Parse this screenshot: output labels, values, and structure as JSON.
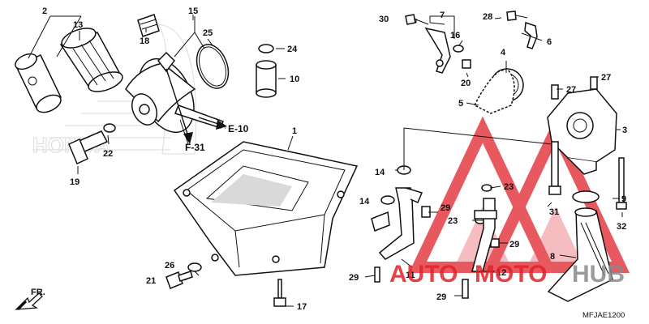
{
  "diagram": {
    "code": "MFJAE1200",
    "front_marker": "FR.",
    "refs": {
      "e10": "E-10",
      "f31": "F-31"
    },
    "watermark": {
      "auto": "AUTO",
      "moto": "MOTO",
      "hub": "HUB"
    },
    "callouts": {
      "c1": "1",
      "c2": "2",
      "c3": "3",
      "c4": "4",
      "c5": "5",
      "c6": "6",
      "c7": "7",
      "c8": "8",
      "c9": "9",
      "c10": "10",
      "c11": "11",
      "c12": "12",
      "c13": "13",
      "c14a": "14",
      "c14b": "14",
      "c15": "15",
      "c16": "16",
      "c17": "17",
      "c18": "18",
      "c19": "19",
      "c20": "20",
      "c21": "21",
      "c22": "22",
      "c23a": "23",
      "c23b": "23",
      "c24": "24",
      "c25": "25",
      "c26": "26",
      "c27a": "27",
      "c27b": "27",
      "c28": "28",
      "c29a": "29",
      "c29b": "29",
      "c29c": "29",
      "c29d": "29",
      "c30": "30",
      "c31": "31",
      "c32": "32"
    }
  },
  "colors": {
    "watermark_red": "#e0222a",
    "watermark_gray": "#8a8a8a",
    "line": "#111111"
  }
}
